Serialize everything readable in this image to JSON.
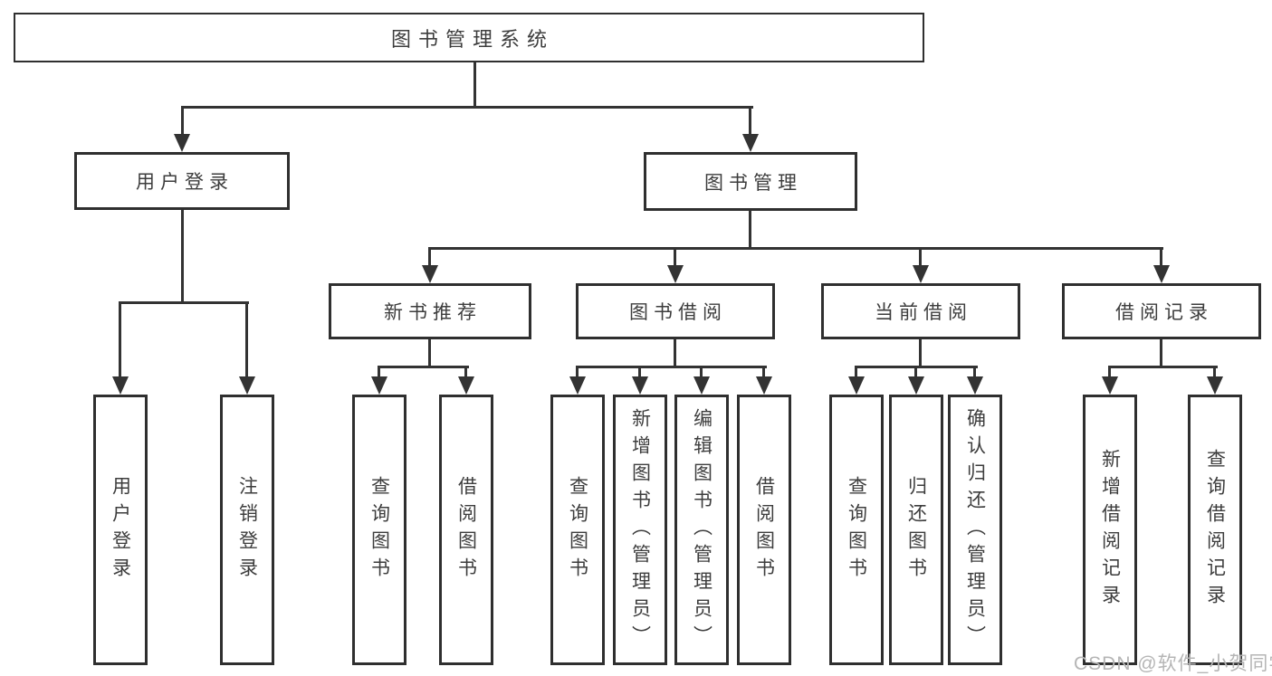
{
  "nodes": {
    "root": {
      "label": "图书管理系统"
    },
    "user_login": {
      "label": "用户登录",
      "children": [
        "用户登录",
        "注销登录"
      ]
    },
    "book_mgmt": {
      "label": "图书管理",
      "children": [
        {
          "label": "新书推荐",
          "children": [
            "查询图书",
            "借阅图书"
          ]
        },
        {
          "label": "图书借阅",
          "children": [
            "查询图书",
            "新增图书（管理员）",
            "编辑图书（管理员）",
            "借阅图书"
          ]
        },
        {
          "label": "当前借阅",
          "children": [
            "查询图书",
            "归还图书",
            "确认归还（管理员）"
          ]
        },
        {
          "label": "借阅记录",
          "children": [
            "新增借阅记录",
            "查询借阅记录"
          ]
        }
      ]
    }
  },
  "watermark": "CSDN @软件_小贺同学",
  "colors": {
    "line": "#333333",
    "box_border": "#2f2f2f",
    "box_bg": "#ffffff",
    "text": "#3d3d3d",
    "watermark": "#b5b5b5"
  }
}
